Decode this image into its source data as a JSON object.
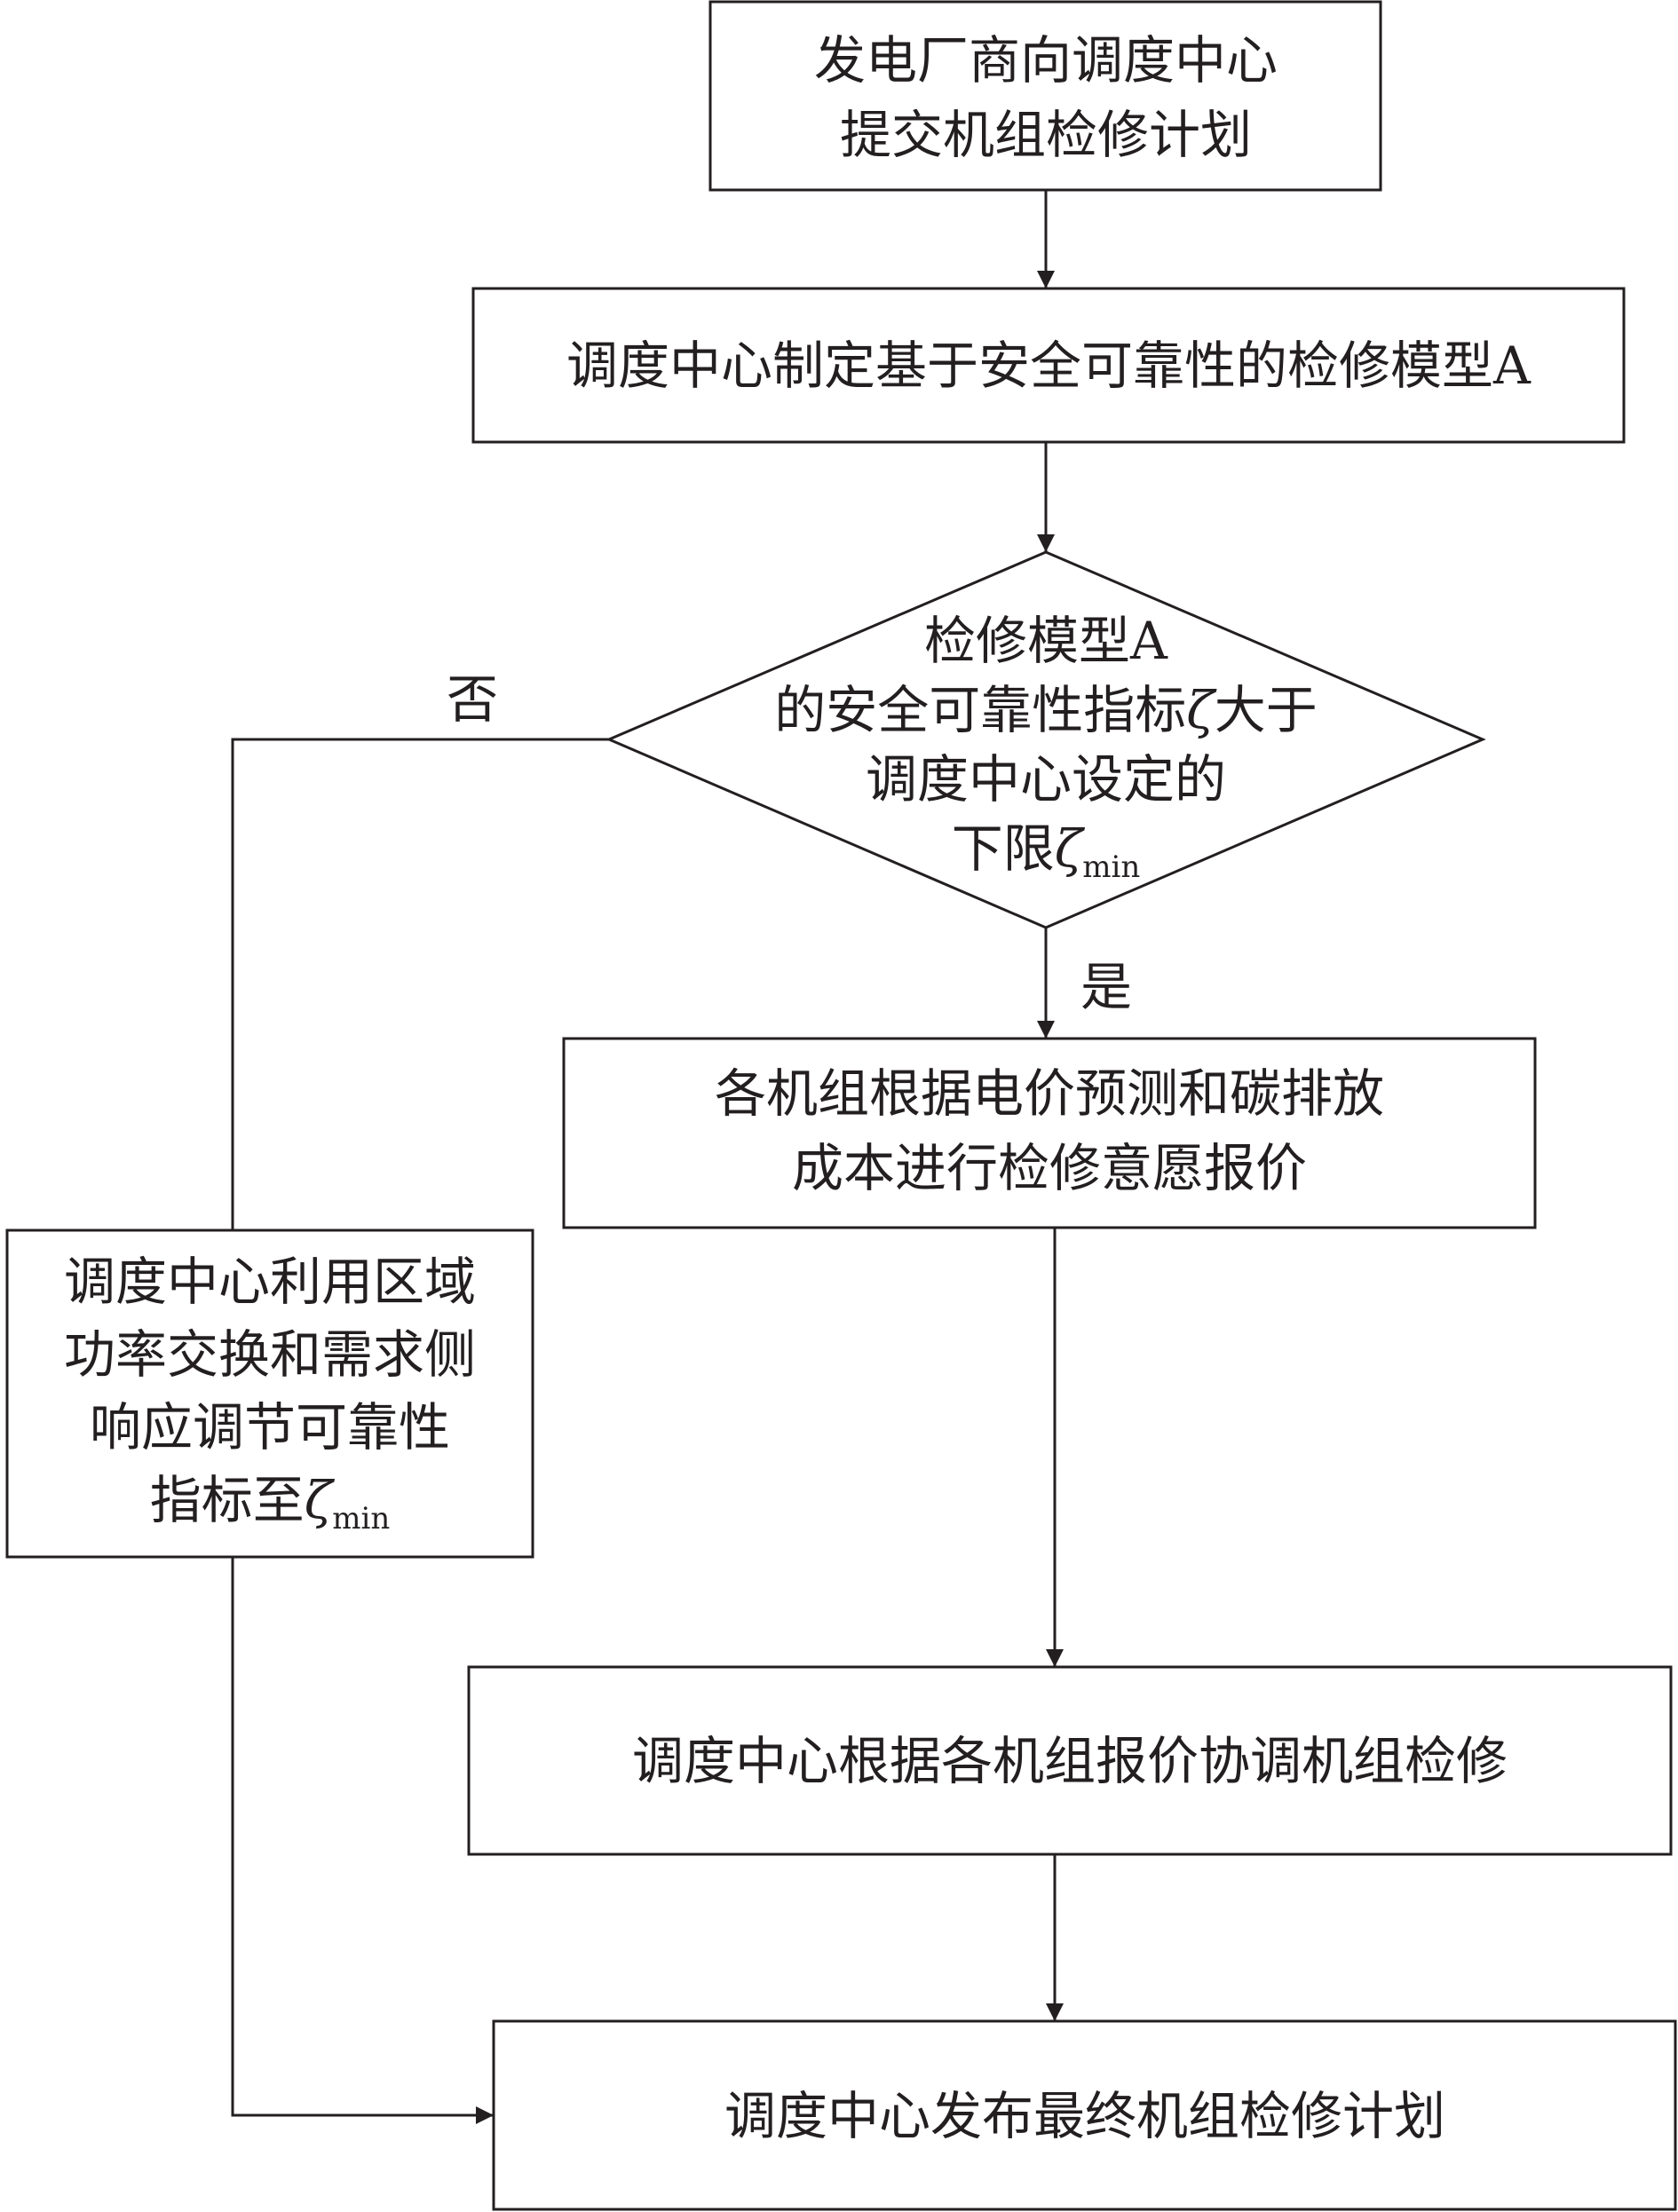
{
  "nodes": {
    "submit": {
      "lines": [
        "发电厂商向调度中心",
        "提交机组检修计划"
      ]
    },
    "model_a": {
      "lines": [
        "调度中心制定基于安全可靠性的检修模型A"
      ]
    },
    "decision": {
      "line1": "检修模型A",
      "line2_before": "的安全可靠性指标",
      "line2_symbol": "ζ",
      "line2_after": "大于",
      "line3": "调度中心设定的",
      "line4_before": "下限",
      "line4_symbol": "ζ",
      "line4_sub": "min"
    },
    "bidding": {
      "lines": [
        "各机组根据电价预测和碳排放",
        "成本进行检修意愿报价"
      ]
    },
    "adjust": {
      "lines": [
        "调度中心利用区域",
        "功率交换和需求侧",
        "响应调节可靠性"
      ],
      "line4_before": "指标至",
      "line4_symbol": "ζ",
      "line4_sub": "min"
    },
    "coordinate": {
      "lines": [
        "调度中心根据各机组报价协调机组检修"
      ]
    },
    "publish": {
      "lines": [
        "调度中心发布最终机组检修计划"
      ]
    }
  },
  "edge_labels": {
    "no": "否",
    "yes": "是"
  }
}
